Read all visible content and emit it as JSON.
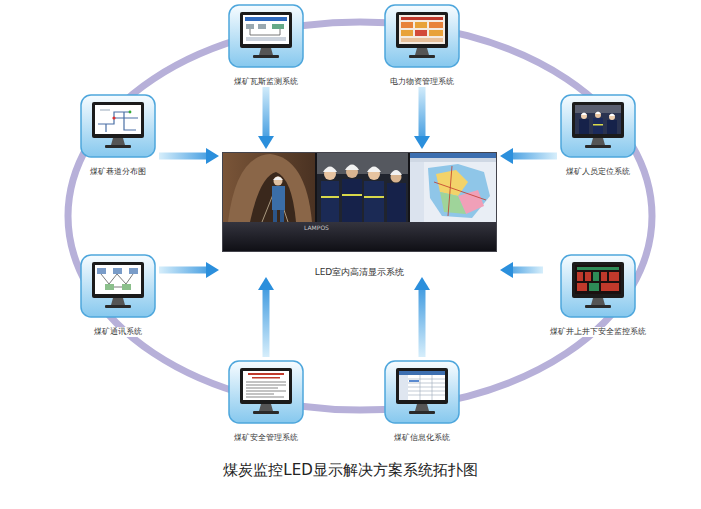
{
  "diagram": {
    "caption": "煤炭监控LED显示解决方案系统拓扑图",
    "nodes": [
      {
        "text": [
          "煤矿瓦斯监测系统"
        ]
      },
      {
        "text": [
          "电力物资管理系统"
        ]
      },
      {
        "text": [
          "煤矿巷道分布图"
        ]
      },
      {
        "text": [
          "煤矿人员定位系统"
        ]
      },
      {
        "text": [
          "LAMPOS",
          "LED室内高清显示系统"
        ]
      },
      {
        "text": [
          "煤矿通讯系统"
        ]
      },
      {
        "text": [
          "煤矿井上井下安全监控系统"
        ]
      },
      {
        "text": [
          "煤矿安全管理系统"
        ]
      },
      {
        "text": [
          "煤矿信息化系统"
        ]
      }
    ],
    "edges": [
      {
        "from": 0,
        "to": 4,
        "arrow": "to"
      },
      {
        "from": 1,
        "to": 4,
        "arrow": "to"
      },
      {
        "from": 2,
        "to": 4,
        "arrow": "to"
      },
      {
        "from": 3,
        "to": 4,
        "arrow": "to"
      },
      {
        "from": 5,
        "to": 4,
        "arrow": "to"
      },
      {
        "from": 6,
        "to": 4,
        "arrow": "to"
      },
      {
        "from": 7,
        "to": 4,
        "arrow": "to"
      },
      {
        "from": 8,
        "to": 4,
        "arrow": "to"
      }
    ]
  }
}
